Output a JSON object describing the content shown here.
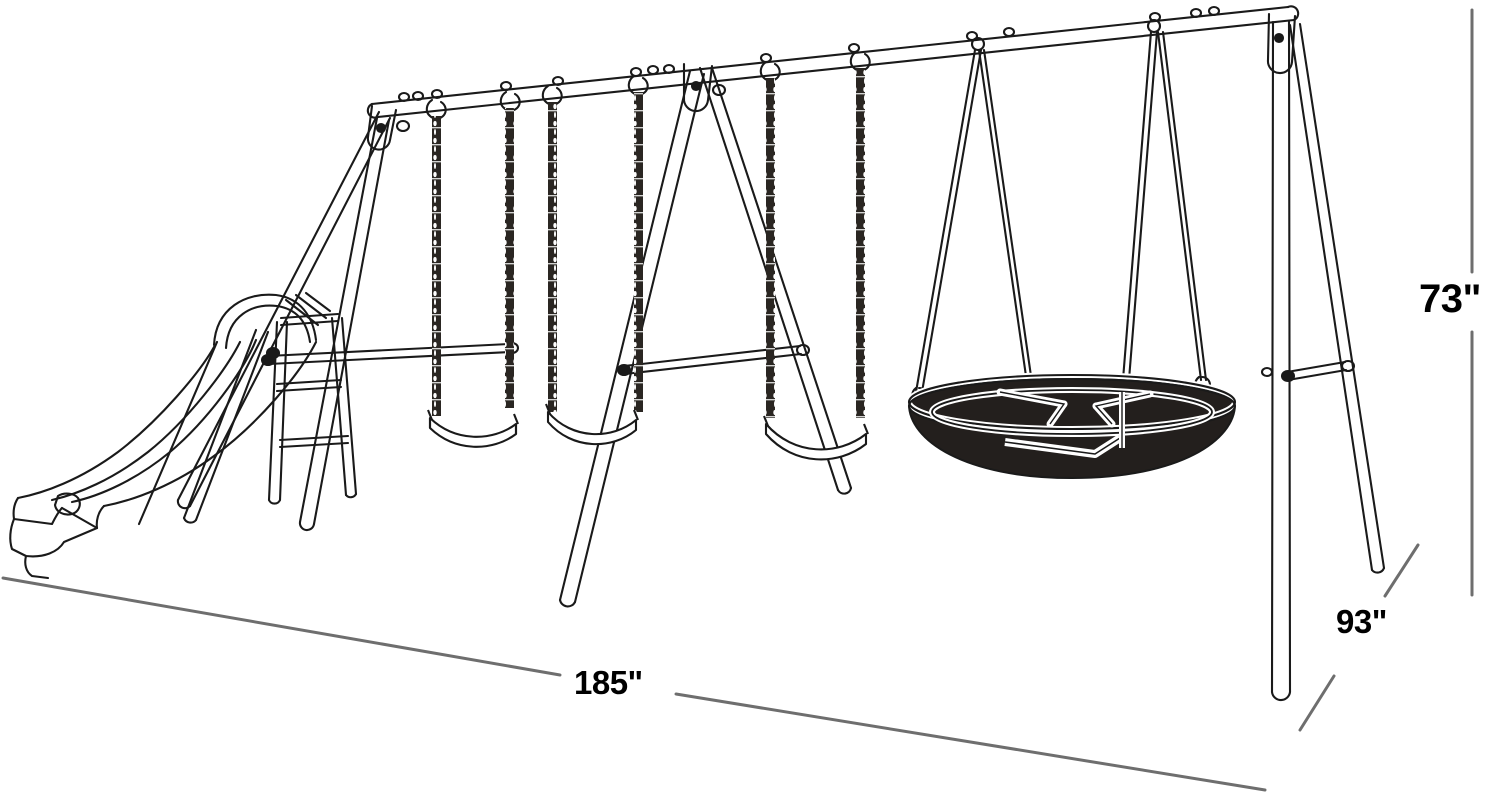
{
  "drawing": {
    "title": "Metal Swing Set Dimension Drawing",
    "subject": "A-frame metal swing set with wave slide, three belt swings and a saucer nest swing",
    "view": "three-quarter perspective line drawing",
    "background_color": "#ffffff",
    "line_color": "#1a1a1a",
    "dimension_line_color": "#6e6e6e",
    "saucer_fill_color": "#231f1d",
    "chain_color": "#2a2622"
  },
  "dimensions": {
    "height": {
      "label": "73\"",
      "axis": "vertical",
      "position": "right edge"
    },
    "depth": {
      "label": "93\"",
      "axis": "diagonal",
      "position": "lower right"
    },
    "width": {
      "label": "185\"",
      "axis": "horizontal",
      "position": "bottom"
    }
  },
  "components": {
    "top_beam": "horizontal top rail",
    "left_a_frame": "left A-frame leg pair",
    "middle_a_frame": "middle A-frame leg pair",
    "right_a_frame": "right A-frame leg pair",
    "slide": "wave slide",
    "ladder": "slide ladder",
    "belt_swings": [
      "belt swing seat 1",
      "belt swing seat 2",
      "belt swing seat 3"
    ],
    "saucer_swing": "saucer nest swing",
    "cross_brace_left": "left horizontal cross brace",
    "cross_brace_right": "right horizontal cross brace"
  }
}
